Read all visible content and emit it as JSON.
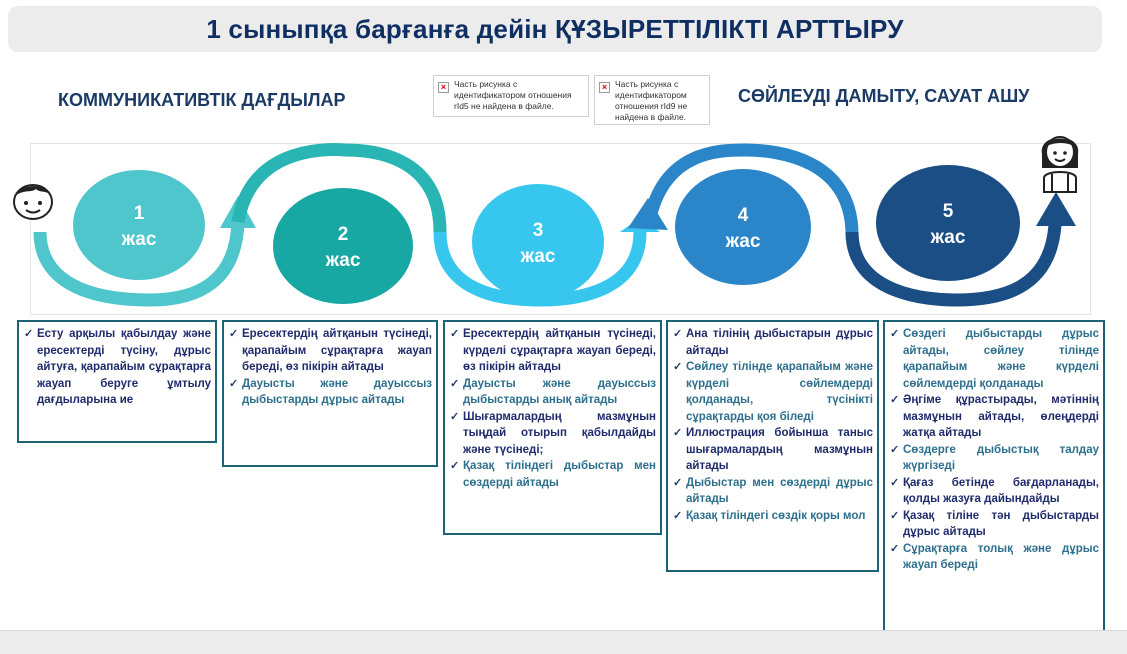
{
  "title": "1 сыныпқа барғанға дейін ҚҰЗЫРЕТТІЛІКТІ  АРТТЫРУ",
  "headings": {
    "left": "КОММУНИКАТИВТІК ДАҒДЫЛАР",
    "right": "СӨЙЛЕУДІ ДАМЫТУ, САУАТ АШУ"
  },
  "missing_images": [
    {
      "text": "Часть рисунка с идентификатором отношения rId5 не найдена в файле."
    },
    {
      "text": "Часть рисунка с идентификатором отношения rId9 не найдена в файле."
    }
  ],
  "icons": {
    "left": "boy-face-icon",
    "right": "girl-face-icon",
    "check": "✓",
    "error": "×"
  },
  "stages": [
    {
      "num": "1",
      "label": "жас",
      "color": "#4ec6cc"
    },
    {
      "num": "2",
      "label": "жас",
      "color": "#17a8a4"
    },
    {
      "num": "3",
      "label": "жас",
      "color": "#37c6ee"
    },
    {
      "num": "4",
      "label": "жас",
      "color": "#2a86c9"
    },
    {
      "num": "5",
      "label": "жас",
      "color": "#1a4e85"
    }
  ],
  "columns": [
    {
      "items": [
        {
          "text": "Есту арқылы қабылдау және ересектерді түсіну, дұрыс айтуға, қарапайым сұрақтарға жауап беруге ұмтылу дағдыларына ие",
          "tone": "dark"
        }
      ]
    },
    {
      "items": [
        {
          "text": "Ересектердің айтқанын түсінеді, қарапайым сұрақтарға жауап береді, өз пікірін айтады",
          "tone": "dark"
        },
        {
          "text": "Дауысты және дауыссыз дыбыстарды дұрыс айтады",
          "tone": "teal"
        }
      ]
    },
    {
      "items": [
        {
          "text": "Ересектердің айтқанын түсінеді, күрделі сұрақтарға жауап береді, өз пікірін айтады",
          "tone": "dark"
        },
        {
          "text": "Дауысты және дауыссыз дыбыстарды анық айтады",
          "tone": "teal"
        },
        {
          "text": "Шығармалардың мазмұнын тыңдай отырып қабылдайды және түсінеді;",
          "tone": "dark"
        },
        {
          "text": "Қазақ тіліндегі дыбыстар мен сөздерді айтады",
          "tone": "teal"
        }
      ]
    },
    {
      "items": [
        {
          "text": "Ана тілінің дыбыстарын дұрыс айтады",
          "tone": "dark"
        },
        {
          "text": "Сөйлеу тілінде қарапайым және күрделі сөйлемдерді қолданады, түсінікті сұрақтарды қоя біледі",
          "tone": "teal"
        },
        {
          "text": "Иллюстрация бойынша таныс шығармалардың мазмұнын айтады",
          "tone": "dark"
        },
        {
          "text": "Дыбыстар мен сөздерді дұрыс айтады",
          "tone": "teal"
        },
        {
          "text": "Қазақ тіліндегі сөздік қоры мол",
          "tone": "teal"
        }
      ]
    },
    {
      "items": [
        {
          "text": "Сөздегі дыбыстарды дұрыс айтады, сөйлеу тілінде қарапайым және күрделі сөйлемдерді қолданады",
          "tone": "teal"
        },
        {
          "text": "Әңгіме құрастырады, мәтіннің мазмұнын айтады, өлеңдерді жатқа айтады",
          "tone": "dark"
        },
        {
          "text": "Сөздерге дыбыстық талдау жүргізеді",
          "tone": "teal"
        },
        {
          "text": "Қағаз бетінде бағдарланады, қолды жазуға дайындайды",
          "tone": "dark"
        },
        {
          "text": "Қазақ тіліне тән дыбыстарды дұрыс айтады",
          "tone": "dark"
        },
        {
          "text": "Сұрақтарға толық және дұрыс жауап береді",
          "tone": "teal"
        }
      ]
    }
  ]
}
